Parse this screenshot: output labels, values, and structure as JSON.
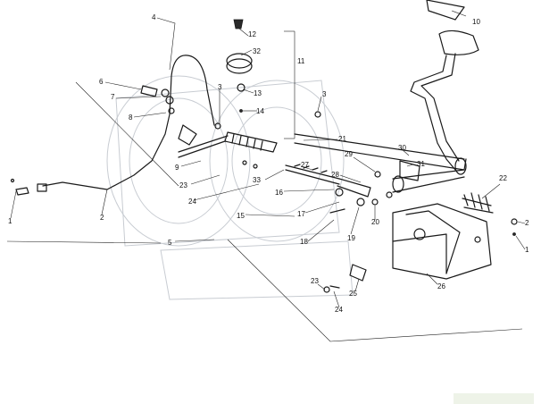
{
  "diagram": {
    "callouts": [
      {
        "id": "1",
        "text": "1"
      },
      {
        "id": "2",
        "text": "2"
      },
      {
        "id": "3a",
        "text": "3"
      },
      {
        "id": "3b",
        "text": "3"
      },
      {
        "id": "4",
        "text": "4"
      },
      {
        "id": "5",
        "text": "5"
      },
      {
        "id": "6",
        "text": "6"
      },
      {
        "id": "7",
        "text": "7"
      },
      {
        "id": "8",
        "text": "8"
      },
      {
        "id": "9",
        "text": "9"
      },
      {
        "id": "10",
        "text": "10"
      },
      {
        "id": "11",
        "text": "11"
      },
      {
        "id": "12",
        "text": "12"
      },
      {
        "id": "13",
        "text": "13"
      },
      {
        "id": "14",
        "text": "14"
      },
      {
        "id": "15",
        "text": "15"
      },
      {
        "id": "16",
        "text": "16"
      },
      {
        "id": "17",
        "text": "17"
      },
      {
        "id": "18",
        "text": "18"
      },
      {
        "id": "19",
        "text": "19"
      },
      {
        "id": "20",
        "text": "20"
      },
      {
        "id": "21",
        "text": "21"
      },
      {
        "id": "22",
        "text": "22"
      },
      {
        "id": "23a",
        "text": "23"
      },
      {
        "id": "23b",
        "text": "23"
      },
      {
        "id": "24a",
        "text": "24"
      },
      {
        "id": "24b",
        "text": "24"
      },
      {
        "id": "25",
        "text": "25"
      },
      {
        "id": "26",
        "text": "26"
      },
      {
        "id": "27",
        "text": "27"
      },
      {
        "id": "28",
        "text": "28"
      },
      {
        "id": "29",
        "text": "29"
      },
      {
        "id": "30",
        "text": "30"
      },
      {
        "id": "31",
        "text": "31"
      },
      {
        "id": "32",
        "text": "32"
      },
      {
        "id": "33",
        "text": "33"
      },
      {
        "id": "2r",
        "text": "2"
      },
      {
        "id": "1r",
        "text": "1"
      }
    ]
  }
}
